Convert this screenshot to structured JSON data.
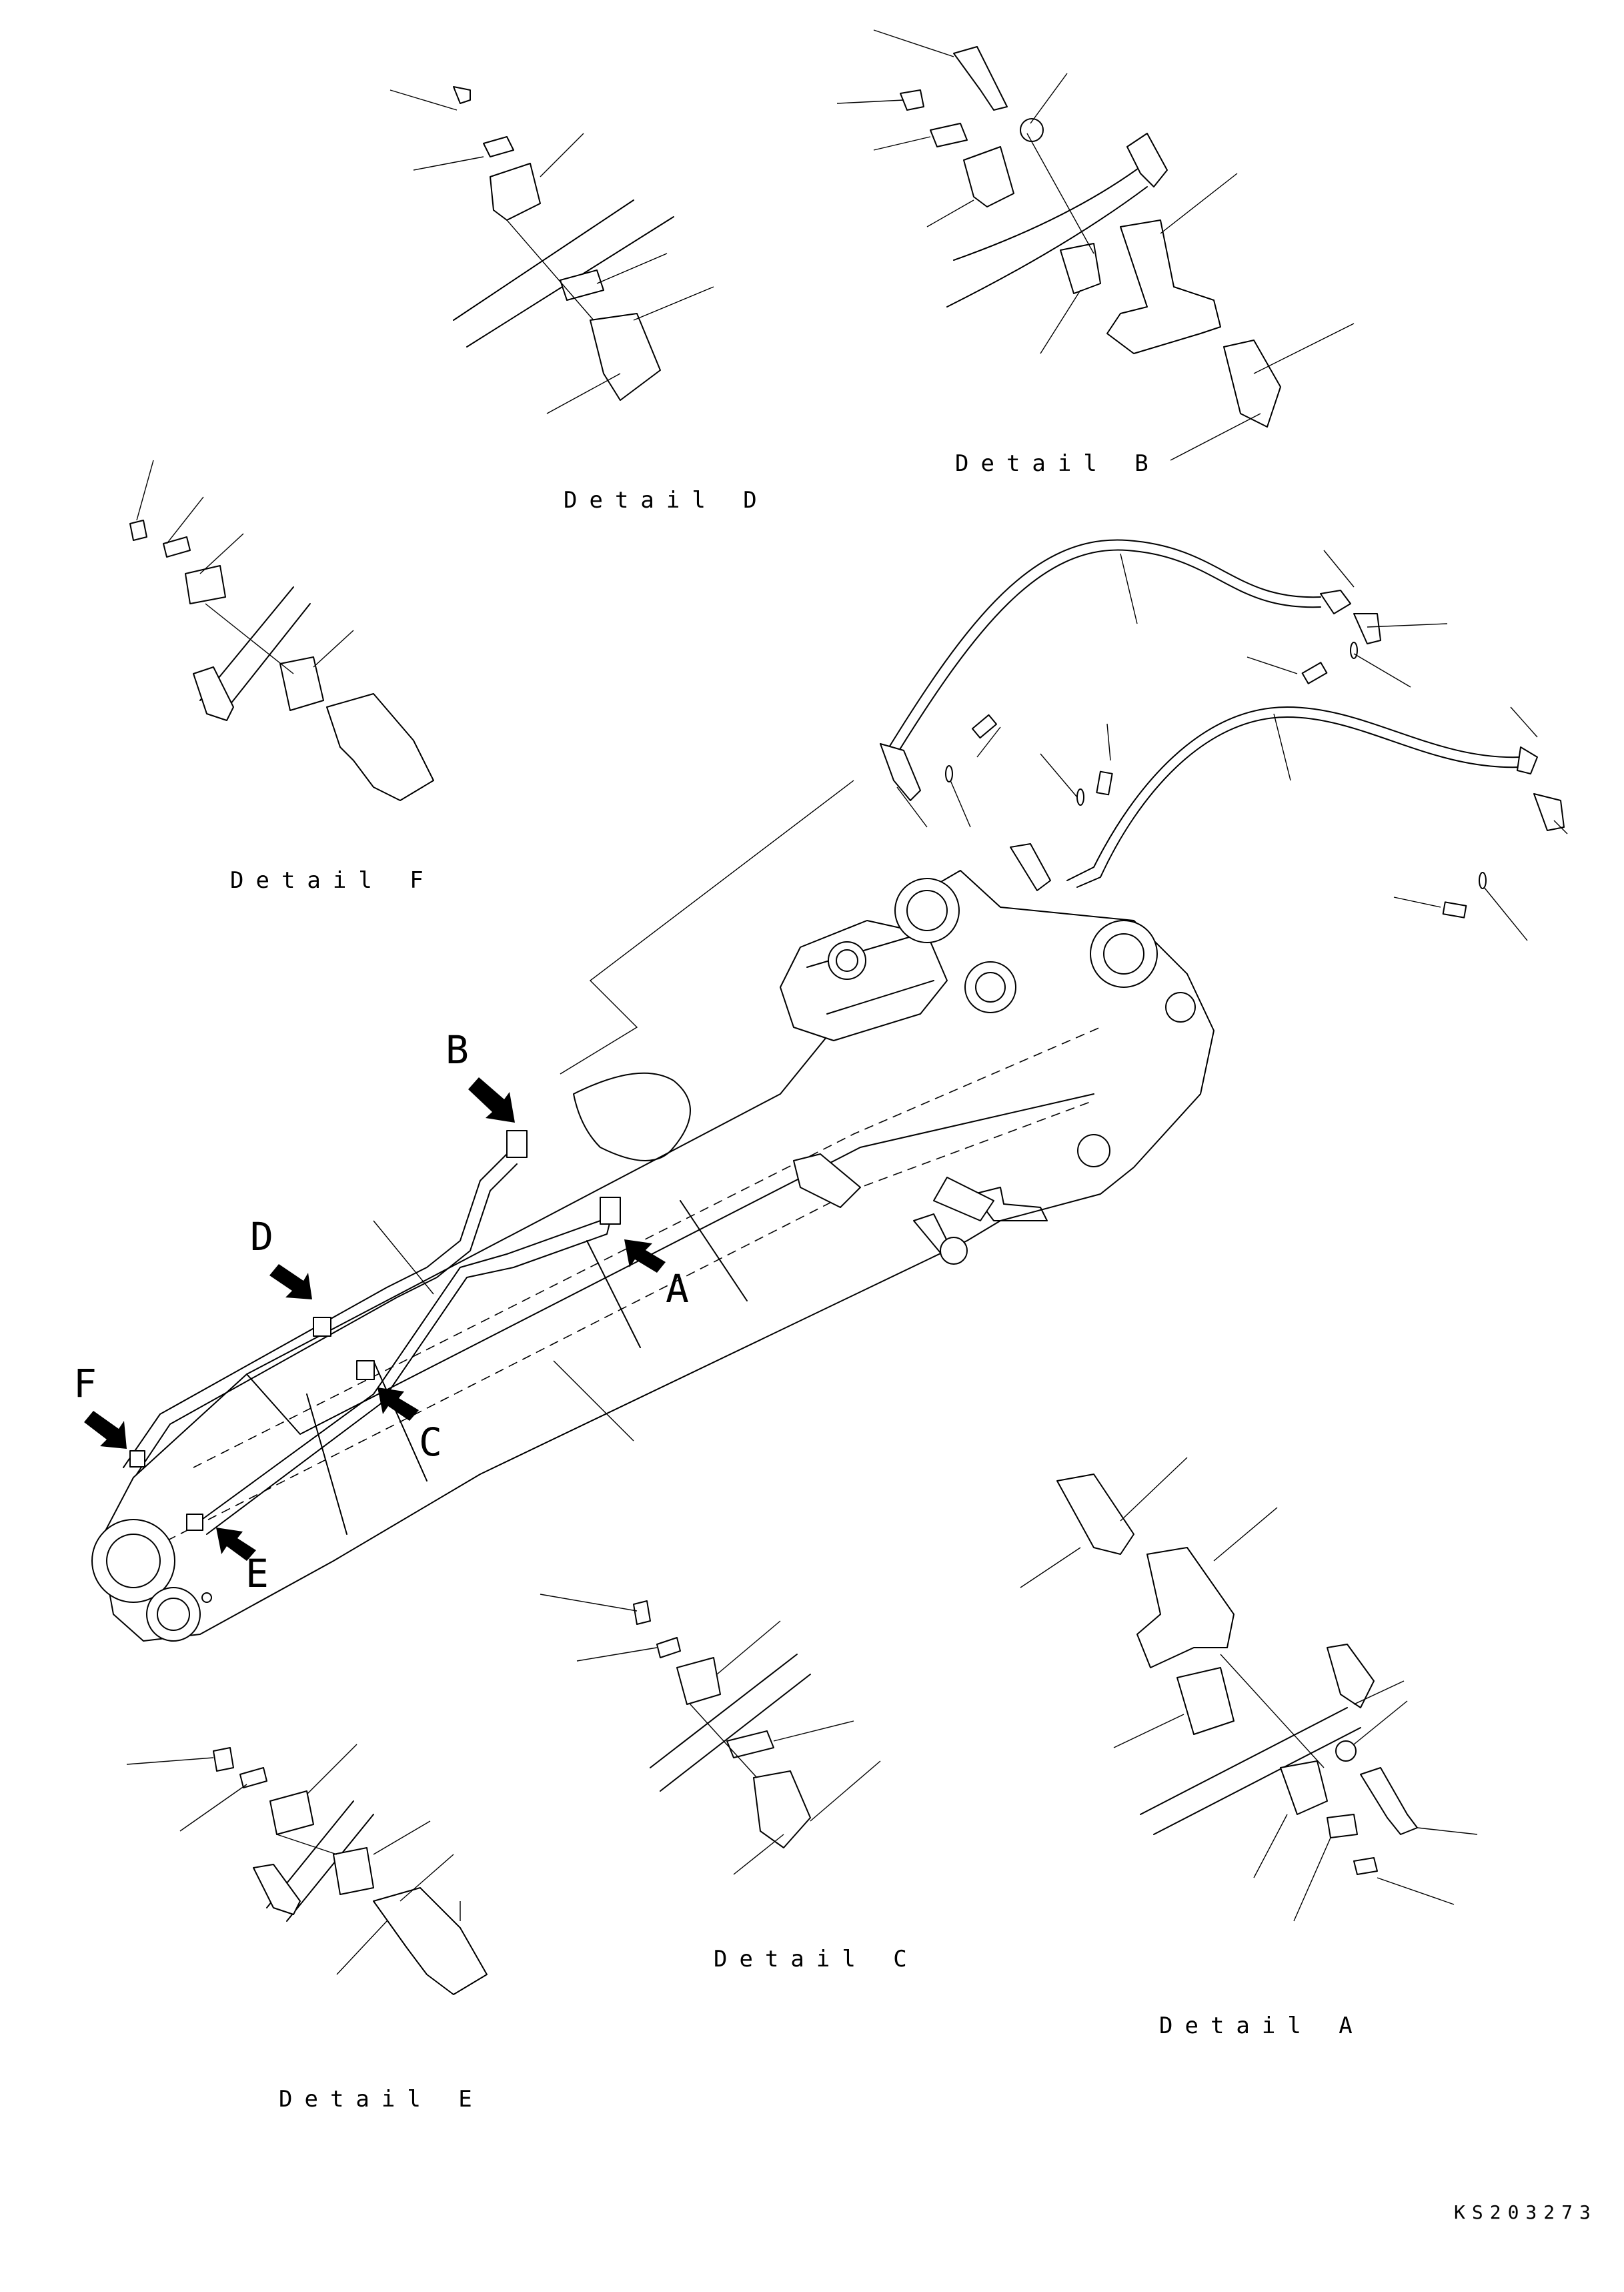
{
  "callouts": {
    "a": "A",
    "b": "B",
    "c": "C",
    "d": "D",
    "e": "E",
    "f": "F"
  },
  "details": {
    "a": "Detail A",
    "b": "Detail B",
    "c": "Detail C",
    "d": "Detail D",
    "e": "Detail E",
    "f": "Detail F"
  },
  "drawing_code": "KS203273"
}
